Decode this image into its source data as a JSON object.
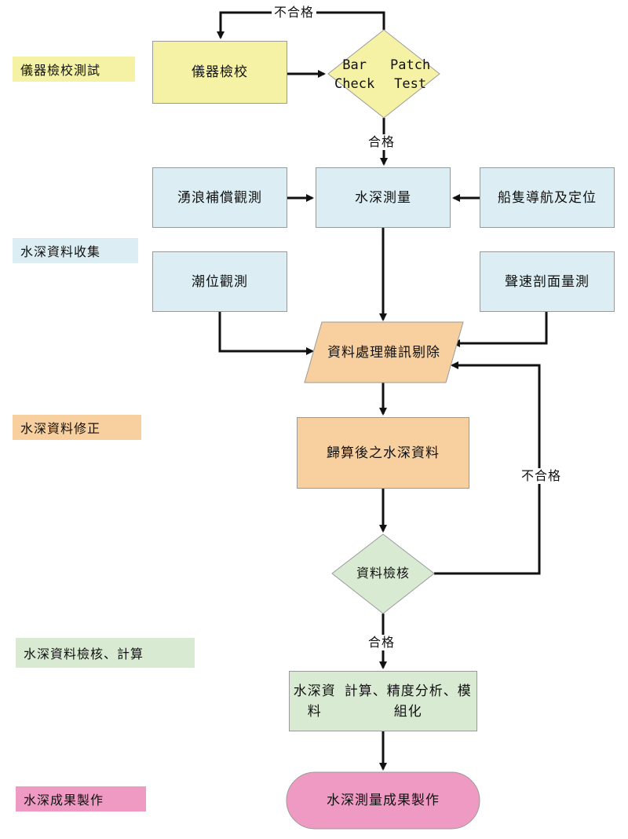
{
  "stages": {
    "calibration": "儀器檢校測試",
    "collection": "水深資料收集",
    "correction": "水深資料修正",
    "check": "水深資料檢核、計算",
    "product": "水深成果製作"
  },
  "nodes": {
    "instrument_calibration": "儀器檢校",
    "bar_check_line1": "Bar Check",
    "bar_check_line2": "Patch Test",
    "heave_observation": "湧浪補償觀測",
    "depth_survey": "水深測量",
    "navigation": "船隻導航及定位",
    "tide_observation": "潮位觀測",
    "sound_velocity": "聲速剖面量測",
    "processing_line1": "資料處理",
    "processing_line2": "雜訊剔除",
    "reduced_depth": "歸算後之水深資料",
    "data_check": "資料檢核",
    "depth_data_line1": "水深資料",
    "depth_data_line2": "計算、精度分析、模組化",
    "final_product": "水深測量成果製作"
  },
  "labels": {
    "fail_top": "不合格",
    "pass_top": "合格",
    "fail_right": "不合格",
    "pass_bottom": "合格"
  },
  "colors": {
    "yellow": "#f5f2a6",
    "blue": "#dceef3",
    "orange": "#f8cf9e",
    "green": "#d9ead3",
    "pink": "#ef9ac3",
    "line": "#111111"
  }
}
